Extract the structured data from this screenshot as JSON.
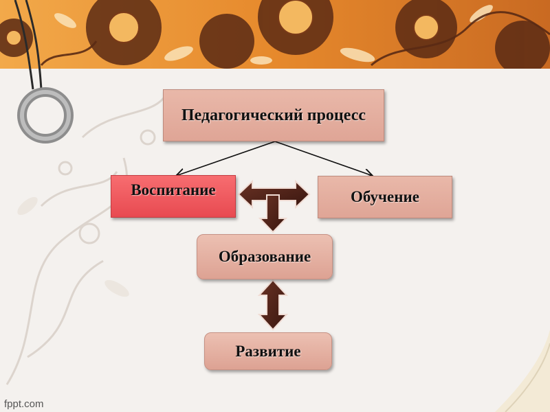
{
  "diagram": {
    "root": "Педагогический процесс",
    "upbringing": "Воспитание",
    "learning": "Обучение",
    "education": "Образование",
    "development": "Развитие"
  },
  "footer": {
    "brand": "fppt.com"
  },
  "colors": {
    "box_fill": "#e4ad9e",
    "highlight_fill": "#ef5a60",
    "arrow_fill": "#4a2018",
    "banner_orange": "#e88a2a",
    "banner_brown": "#5a2a14"
  }
}
